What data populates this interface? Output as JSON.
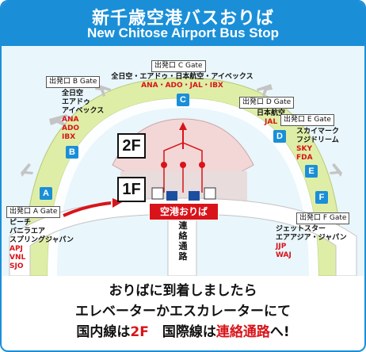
{
  "header": {
    "title_ja": "新千歳空港バスおりば",
    "title_en": "New Chitose Airport Bus Stop"
  },
  "colors": {
    "brand_blue": "#1a8fd8",
    "accent_red": "#d8141a",
    "gate_green": "#dff0a8"
  },
  "gates": {
    "a": {
      "label": "出発口 A Gate",
      "letter": "A",
      "airlines": [
        {
          "name": "ピーチ",
          "color": "black"
        },
        {
          "name": "バニラエア",
          "color": "black"
        },
        {
          "name": "スプリングジャパン",
          "color": "black"
        },
        {
          "name": "APJ",
          "color": "red"
        },
        {
          "name": "VNL",
          "color": "red"
        },
        {
          "name": "SJO",
          "color": "red"
        }
      ]
    },
    "b": {
      "label": "出発口 B Gate",
      "letter": "B",
      "airlines": [
        {
          "name": "全日空",
          "color": "black"
        },
        {
          "name": "エアドゥ",
          "color": "black"
        },
        {
          "name": "アイベックス",
          "color": "black"
        },
        {
          "name": "ANA",
          "color": "red"
        },
        {
          "name": "ADO",
          "color": "red"
        },
        {
          "name": "IBX",
          "color": "red"
        }
      ]
    },
    "c": {
      "label": "出発口 C Gate",
      "letter": "C",
      "airlines_line1": "全日空・エアドゥ・日本航空・アイベックス",
      "airlines_line2": "ANA・ADO・JAL・IBX"
    },
    "d": {
      "label": "出発口 D Gate",
      "letter": "D",
      "airlines": [
        {
          "name": "日本航空",
          "color": "black"
        },
        {
          "name": "JAL",
          "color": "red"
        }
      ]
    },
    "e": {
      "label": "出発口 E Gate",
      "letter": "E",
      "airlines": [
        {
          "name": "スカイマーク",
          "color": "black"
        },
        {
          "name": "フジドリーム",
          "color": "black"
        },
        {
          "name": "SKY",
          "color": "red"
        },
        {
          "name": "FDA",
          "color": "red"
        }
      ]
    },
    "f": {
      "label": "出発口 F Gate",
      "letter": "F",
      "airlines": [
        {
          "name": "ジェットスター",
          "color": "black"
        },
        {
          "name": "エアアジア・ジャパン",
          "color": "black"
        },
        {
          "name": "JJP",
          "color": "red"
        },
        {
          "name": "WAJ",
          "color": "red"
        }
      ]
    }
  },
  "floors": {
    "second": "2F",
    "first": "1F"
  },
  "bus_stop_label": "空港おりば",
  "corridor_label": "連絡通路",
  "footer": {
    "line1": "おりばに到着しましたら",
    "line2": "エレベーターかエスカレーターにて",
    "line3_a": "国内線は",
    "line3_b": "2F",
    "line3_c": "　国際線は",
    "line3_d": "連絡通路",
    "line3_e": "へ!"
  }
}
